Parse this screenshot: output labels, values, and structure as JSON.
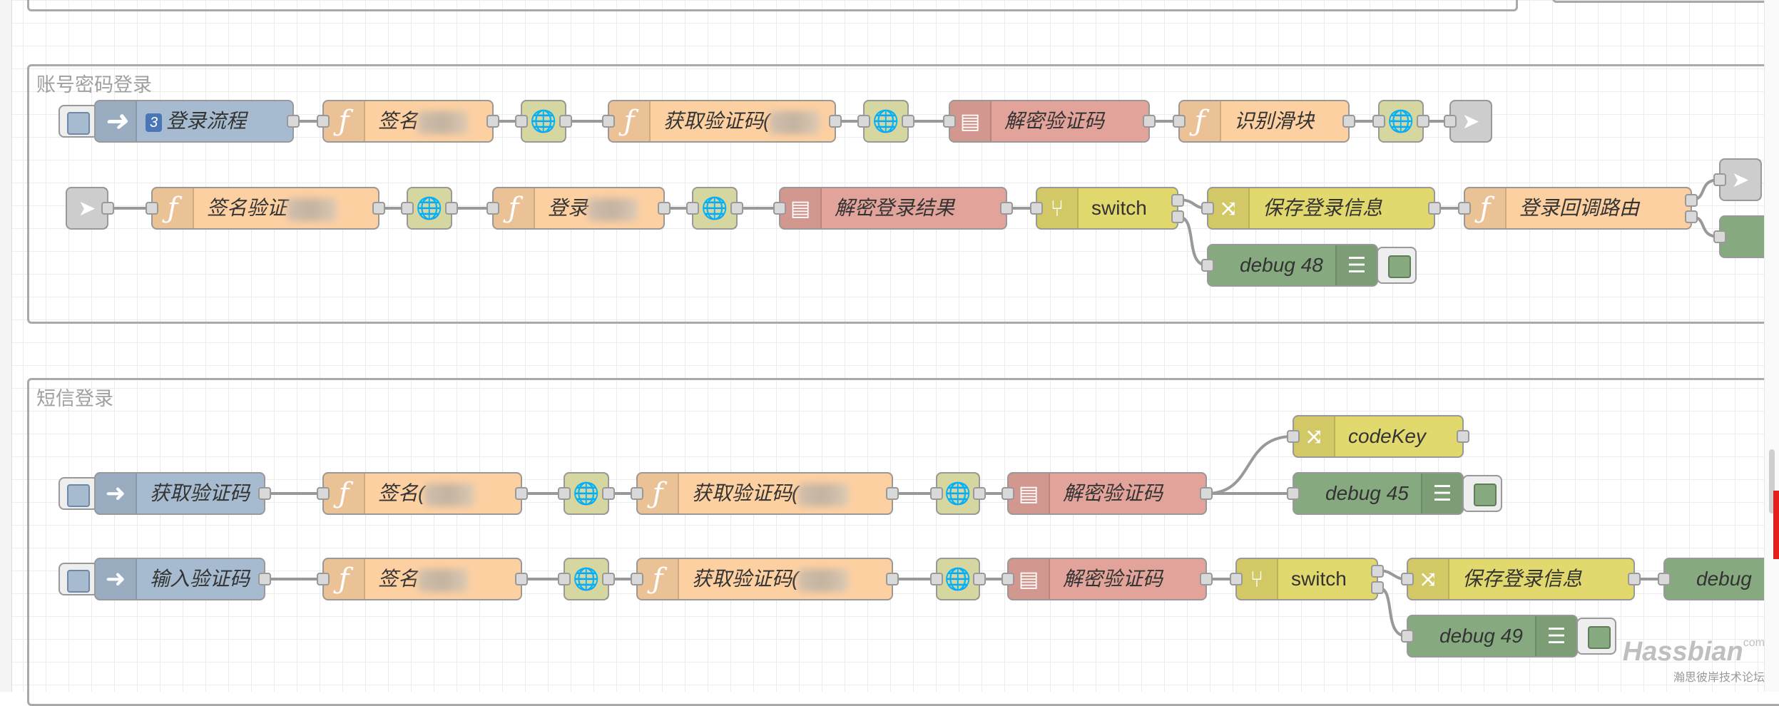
{
  "groups": {
    "account": {
      "label": "账号密码登录"
    },
    "sms": {
      "label": "短信登录"
    }
  },
  "account_row1": {
    "link_in": {
      "badge": "3",
      "label": "登录流程"
    },
    "sign": {
      "label": "签名"
    },
    "getcode": {
      "label": "获取验证码("
    },
    "decode": {
      "label": "解密验证码"
    },
    "slider": {
      "label": "识别滑块"
    }
  },
  "account_row2": {
    "sign_verify": {
      "label": "签名验证"
    },
    "login": {
      "label": "登录"
    },
    "decrypt_result": {
      "label": "解密登录结果"
    },
    "switch": {
      "label": "switch"
    },
    "save": {
      "label": "保存登录信息"
    },
    "route": {
      "label": "登录回调路由"
    },
    "debug": {
      "label": "debug 48"
    }
  },
  "sms_row1": {
    "inject": {
      "label": "获取验证码"
    },
    "sign": {
      "label": "签名("
    },
    "getcode": {
      "label": "获取验证码("
    },
    "decode": {
      "label": "解密验证码"
    },
    "change": {
      "label": "codeKey"
    },
    "debug": {
      "label": "debug 45"
    }
  },
  "sms_row2": {
    "inject": {
      "label": "输入验证码"
    },
    "sign": {
      "label": "签名"
    },
    "getcode": {
      "label": "获取验证码("
    },
    "decode": {
      "label": "解密验证码"
    },
    "switch": {
      "label": "switch"
    },
    "save": {
      "label": "保存登录信息"
    },
    "debug_right": {
      "label": "debug"
    },
    "debug": {
      "label": "debug 49"
    }
  },
  "watermark": {
    "brand": "Hassbian",
    "com": "com",
    "sub": "瀚思彼岸技术论坛"
  },
  "colors": {
    "inject": "#a6bbcf",
    "function": "#fdd0a2",
    "http": "#e7e7ae",
    "template": "#e2d96e",
    "crypto": "#e2a49a",
    "debug": "#87a980",
    "linkout": "#dddddd"
  },
  "icons": {
    "inject": "arrow-right-icon",
    "function": "function-icon",
    "http": "globe-icon",
    "decrypt": "decrypt-icon",
    "switch": "switch-icon",
    "change": "shuffle-icon",
    "debug": "list-icon",
    "link": "link-icon"
  }
}
